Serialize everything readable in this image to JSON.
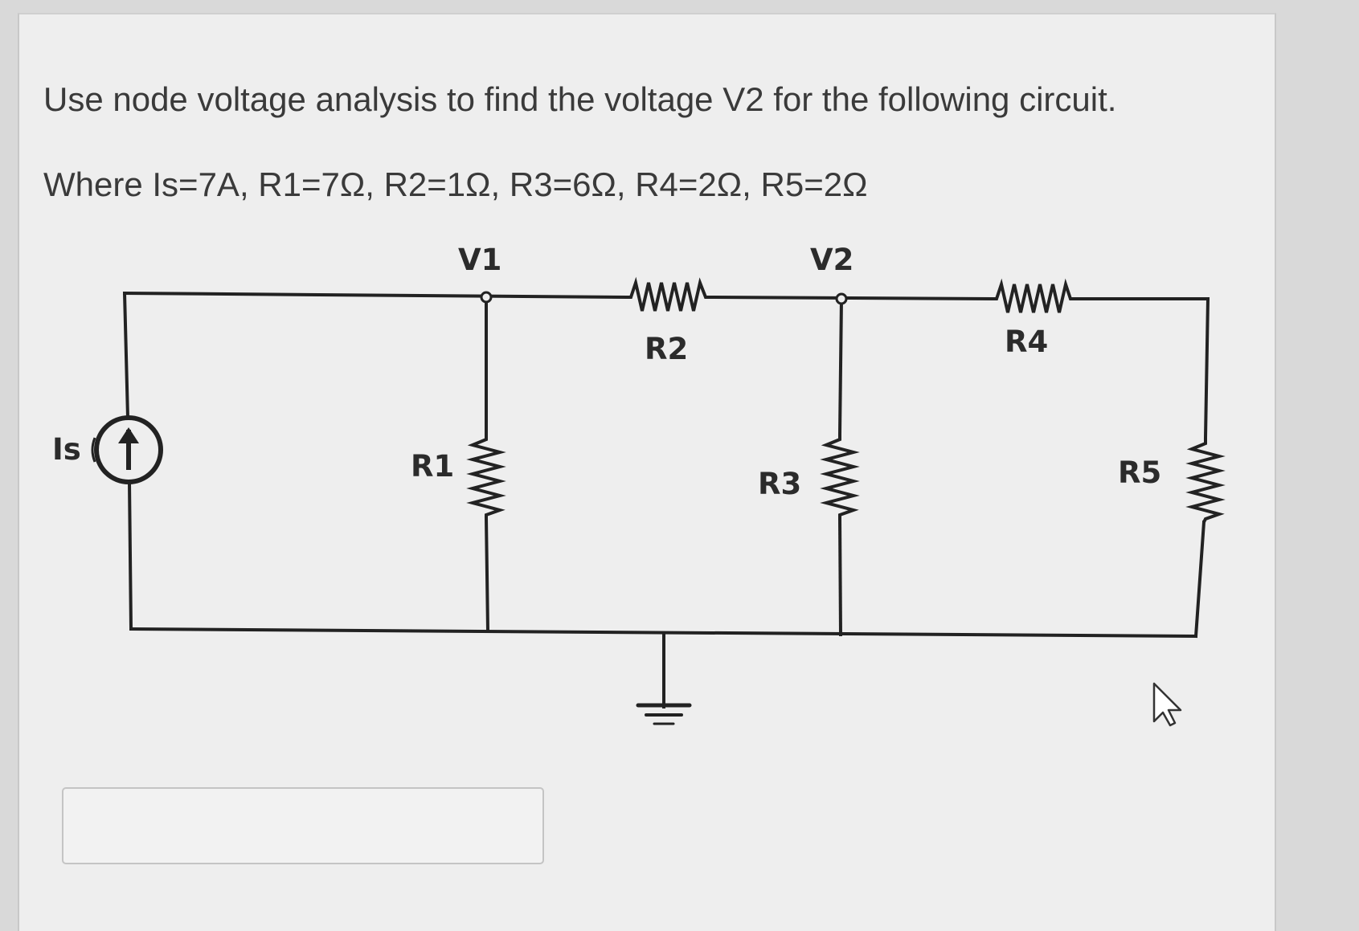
{
  "question": {
    "prompt": "Use node voltage analysis to find the voltage V2 for the following circuit.",
    "given": "Where Is=7A, R1=7Ω, R2=1Ω, R3=6Ω, R4=2Ω, R5=2Ω"
  },
  "circuit": {
    "node_labels": {
      "v1": "V1",
      "v2": "V2"
    },
    "component_labels": {
      "is": "Is",
      "r1": "R1",
      "r2": "R2",
      "r3": "R3",
      "r4": "R4",
      "r5": "R5"
    }
  },
  "answer": {
    "value": "",
    "placeholder": ""
  },
  "colors": {
    "wire": "#222222",
    "text": "#3a3a3a",
    "panel": "#eeeeee"
  },
  "icons": {
    "cursor": "mouse-pointer-icon",
    "ground": "ground-icon",
    "source": "current-source-icon"
  }
}
